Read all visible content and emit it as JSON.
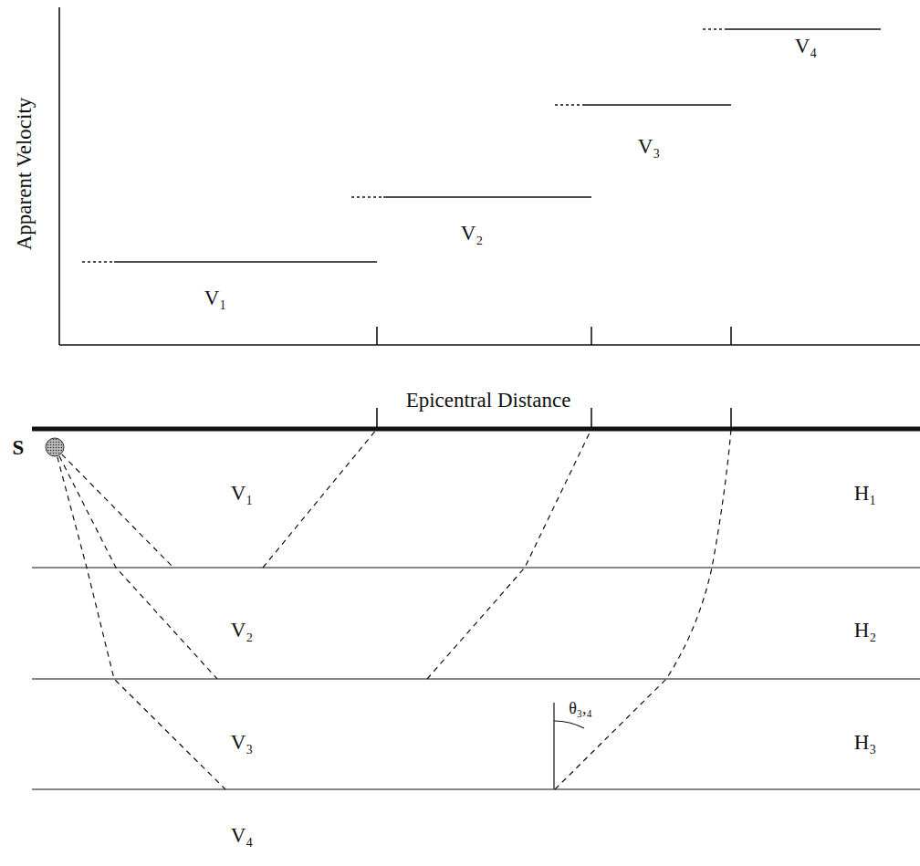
{
  "diagram": {
    "labels": [
      "Apparent Velocity",
      "V₁",
      "V₂",
      "V₃",
      "V₄",
      "Epicentral Distance",
      "S",
      "V₁",
      "H₁",
      "V₂",
      "H₂",
      "V₃",
      "θ₃,₄",
      "H₃",
      "V₄"
    ]
  }
}
